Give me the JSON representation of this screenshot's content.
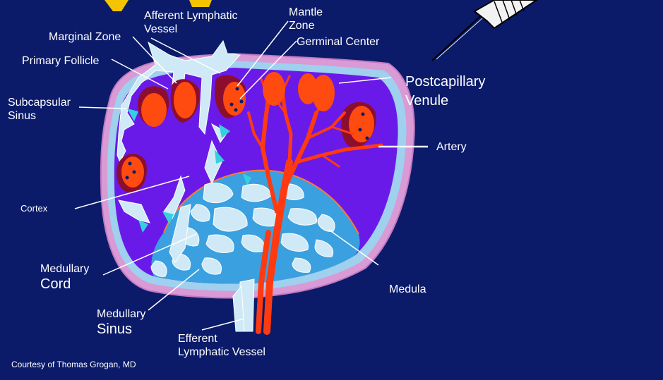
{
  "colors": {
    "background": "#0b1b6a",
    "capsule": "#d99ad6",
    "cortex": "#6a1ae8",
    "medulla": "#3aa0e0",
    "sinus": "#cfeaf6",
    "follicle_mantle": "#8c0e2e",
    "germinal_center": "#ff4a10",
    "vessel": "#ff3a10",
    "label_text": "#ffffff"
  },
  "labels": {
    "afferent": "Afferent Lymphatic\nVessel",
    "marginal_zone": "Marginal Zone",
    "primary_follicle": "Primary Follicle",
    "subcapsular_sinus": "Subcapsular\nSinus",
    "mantle_zone": "Mantle\nZone",
    "germinal_center": "Germinal Center",
    "postcapillary_venule": "Postcapillary\nVenule",
    "artery": "Artery",
    "cortex": "Cortex",
    "medullary_cord_line1": "Medullary",
    "medullary_cord_line2": "Cord",
    "medullary_sinus_line1": "Medullary",
    "medullary_sinus_line2": "Sinus",
    "medula": "Medula",
    "efferent": "Efferent\nLymphatic Vessel",
    "credit": "Courtesy of Thomas Grogan, MD"
  },
  "icons": [
    "syringe-icon"
  ]
}
